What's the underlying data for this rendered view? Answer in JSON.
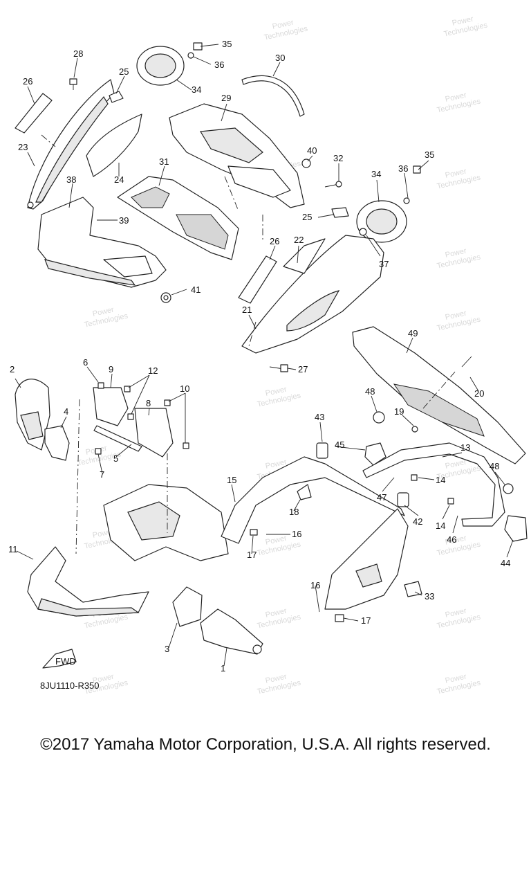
{
  "diagram": {
    "part_numbers": [
      "1",
      "2",
      "3",
      "4",
      "5",
      "6",
      "7",
      "8",
      "9",
      "10",
      "11",
      "12",
      "13",
      "14",
      "15",
      "16",
      "17",
      "18",
      "19",
      "20",
      "21",
      "22",
      "23",
      "24",
      "25",
      "26",
      "27",
      "28",
      "29",
      "30",
      "31",
      "32",
      "33",
      "34",
      "35",
      "36",
      "37",
      "38",
      "39",
      "40",
      "41",
      "42",
      "43",
      "44",
      "45",
      "46",
      "47",
      "48",
      "49"
    ],
    "drawing_code": "8JU1110-R350",
    "fwd_label": "FWD",
    "watermark": [
      "Power",
      "Technologies"
    ]
  },
  "footer": {
    "copyright": "©2017 Yamaha Motor Corporation, U.S.A. All rights reserved."
  }
}
